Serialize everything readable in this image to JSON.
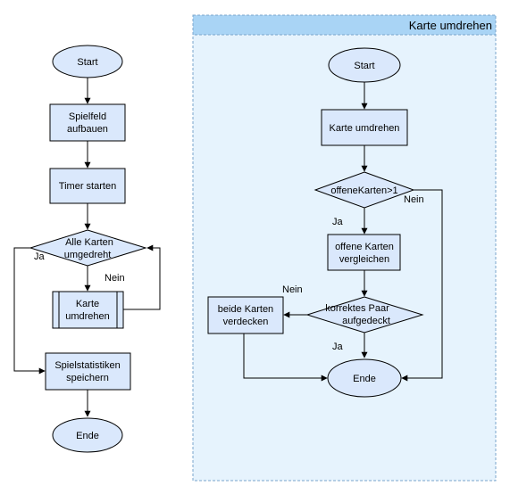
{
  "colors": {
    "node_fill": "#dae8fc",
    "panel_fill": "#e6f3fd",
    "panel_header": "#a9d4f5",
    "panel_border": "#7aa6cc",
    "stroke": "#000000"
  },
  "main_flow": {
    "start": "Start",
    "setup_line1": "Spielfeld",
    "setup_line2": "aufbauen",
    "timer": "Timer starten",
    "decision_line1": "Alle Karten",
    "decision_line2": "umgedreht",
    "flip_line1": "Karte",
    "flip_line2": "umdrehen",
    "save_line1": "Spielstatistiken",
    "save_line2": "speichern",
    "end": "Ende",
    "label_yes": "Ja",
    "label_no": "Nein"
  },
  "panel": {
    "title": "Karte umdrehen",
    "start": "Start",
    "flip": "Karte umdrehen",
    "decision1": "offeneKarten>1",
    "compare_line1": "offene Karten",
    "compare_line2": "vergleichen",
    "decision2_line1": "korrektes Paar",
    "decision2_line2": "aufgedeckt",
    "cover_line1": "beide Karten",
    "cover_line2": "verdecken",
    "end": "Ende",
    "label_yes_1": "Ja",
    "label_no_1": "Nein",
    "label_yes_2": "Ja",
    "label_no_2": "Nein"
  }
}
